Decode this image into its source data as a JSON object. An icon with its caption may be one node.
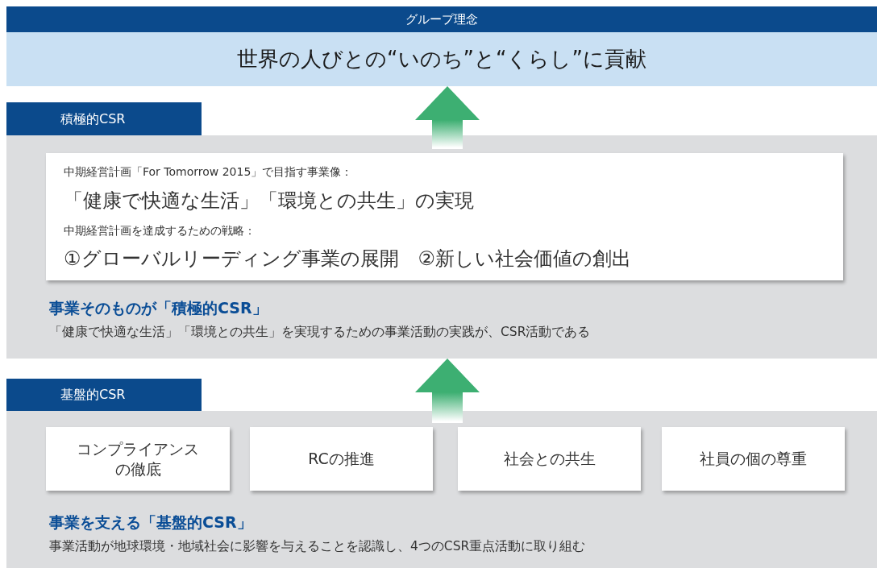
{
  "diagram": {
    "nodes": [
      {
        "text": [
          "グループ理念",
          "世界の人びとの“いのち”と“くらし”に貢献"
        ]
      },
      {
        "text": [
          "積極的CSR",
          "事業そのものが「積極的CSR」",
          "「健康で快適な生活」「環境との共生」を実現するための事業活動の実践が、CSR活動である"
        ]
      },
      {
        "text": [
          "中期経営計画「For Tomorrow 2015」で目指す事業像：",
          "「健康で快適な生活」「環境との共生」の実現",
          "中期経営計画を達成するための戦略：",
          "①グローバルリーディング事業の展開　②新しい社会価値の創出"
        ],
        "in": 1
      },
      {
        "text": [
          "基盤的CSR",
          "事業を支える「基盤的CSR」",
          "事業活動が地球環境・地域社会に影響を与えることを認識し、4つのCSR重点活動に取り組む"
        ]
      },
      {
        "text": [
          "コンプライアンスの徹底"
        ],
        "in": 3
      },
      {
        "text": [
          "RCの推進"
        ],
        "in": 3
      },
      {
        "text": [
          "社会との共生"
        ],
        "in": 3
      },
      {
        "text": [
          "社員の個の尊重"
        ],
        "in": 3
      }
    ],
    "edges": [
      {
        "from": 1,
        "to": 0,
        "arrow": "to",
        "style": "thick",
        "color": "#3daf72"
      },
      {
        "from": 3,
        "to": 1,
        "arrow": "to",
        "style": "thick",
        "color": "#3daf72"
      }
    ]
  }
}
